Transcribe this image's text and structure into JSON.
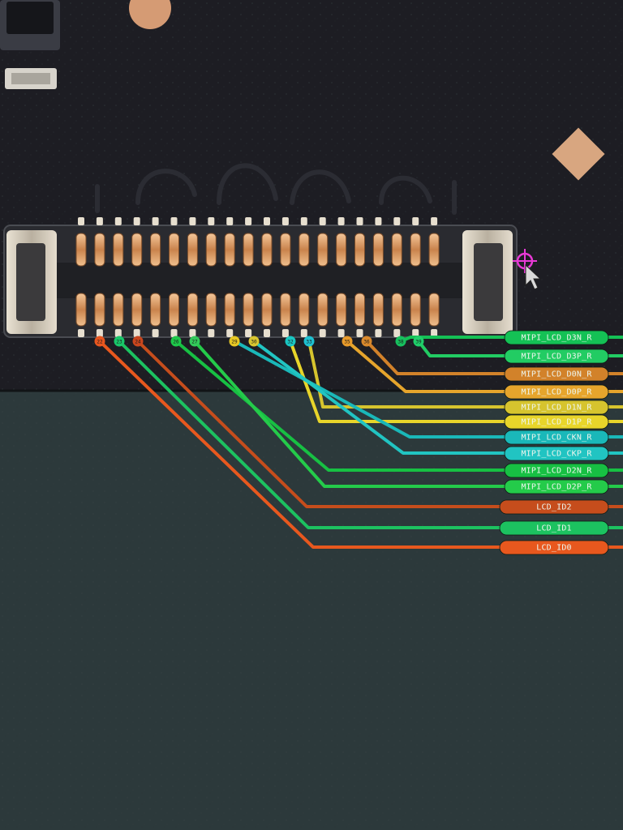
{
  "app": {
    "view": "pcb-schematic-board-view",
    "accent_cursor_color": "#e83ad6"
  },
  "connector": {
    "component": "board-to-board-connector",
    "top_row_pins": 20,
    "bottom_row_pins": 20
  },
  "pin_pads": [
    {
      "label": "22",
      "color": "#e8561f"
    },
    {
      "label": "23",
      "color": "#19c76a"
    },
    {
      "label": "24",
      "color": "#c9461e"
    },
    {
      "label": "26",
      "color": "#1ec84a"
    },
    {
      "label": "27",
      "color": "#33c95a"
    },
    {
      "label": "29",
      "color": "#e7c824"
    },
    {
      "label": "30",
      "color": "#d9c630"
    },
    {
      "label": "32",
      "color": "#19c6c2"
    },
    {
      "label": "33",
      "color": "#1ec0d0"
    },
    {
      "label": "35",
      "color": "#e89a2a"
    },
    {
      "label": "36",
      "color": "#d9892c"
    },
    {
      "label": "38",
      "color": "#17c05e"
    },
    {
      "label": "39",
      "color": "#1fcf6a"
    }
  ],
  "nets": [
    {
      "name": "MIPI_LCD_D3N_R",
      "color": "#14c155"
    },
    {
      "name": "MIPI_LCD_D3P_R",
      "color": "#22cc63"
    },
    {
      "name": "MIPI_LCD_D0N_R",
      "color": "#d2822a"
    },
    {
      "name": "MIPI_LCD_D0P_R",
      "color": "#e6a52c"
    },
    {
      "name": "MIPI_LCD_D1N_R",
      "color": "#d6c42e"
    },
    {
      "name": "MIPI_LCD_D1P_R",
      "color": "#e8d52a"
    },
    {
      "name": "MIPI_LCD_CKN_R",
      "color": "#1ab8b9"
    },
    {
      "name": "MIPI_LCD_CKP_R",
      "color": "#21c4c2"
    },
    {
      "name": "MIPI_LCD_D2N_R",
      "color": "#17c043"
    },
    {
      "name": "MIPI_LCD_D2P_R",
      "color": "#24cb4a"
    },
    {
      "name": "LCD_ID2",
      "color": "#c64d1c"
    },
    {
      "name": "LCD_ID1",
      "color": "#1cc260"
    },
    {
      "name": "LCD_ID0",
      "color": "#e8581e"
    }
  ]
}
